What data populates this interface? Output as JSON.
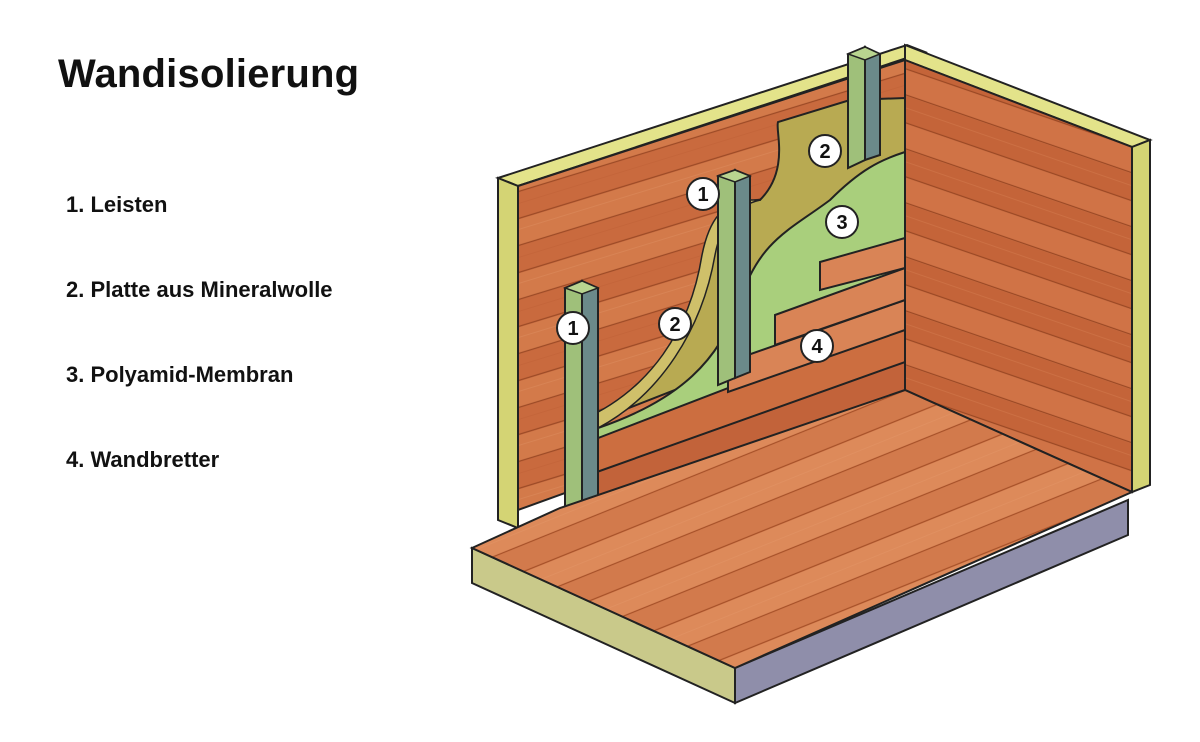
{
  "title": "Wandisolierung",
  "legend": [
    "1. Leisten",
    "2. Platte aus Mineralwolle",
    "3. Polyamid-Membran",
    "4. Wandbretter"
  ],
  "callouts": [
    "1",
    "2",
    "1",
    "2",
    "3",
    "4"
  ],
  "colors": {
    "wood": "#c8683c",
    "wood_light": "#de8a5c",
    "wood_dark": "#a9502a",
    "frame": "#d6d67a",
    "batten": "#6a8a8a",
    "mineral_wool": "#bdb05c",
    "membrane": "#a9cf7c",
    "base": "#8b8aa6"
  }
}
